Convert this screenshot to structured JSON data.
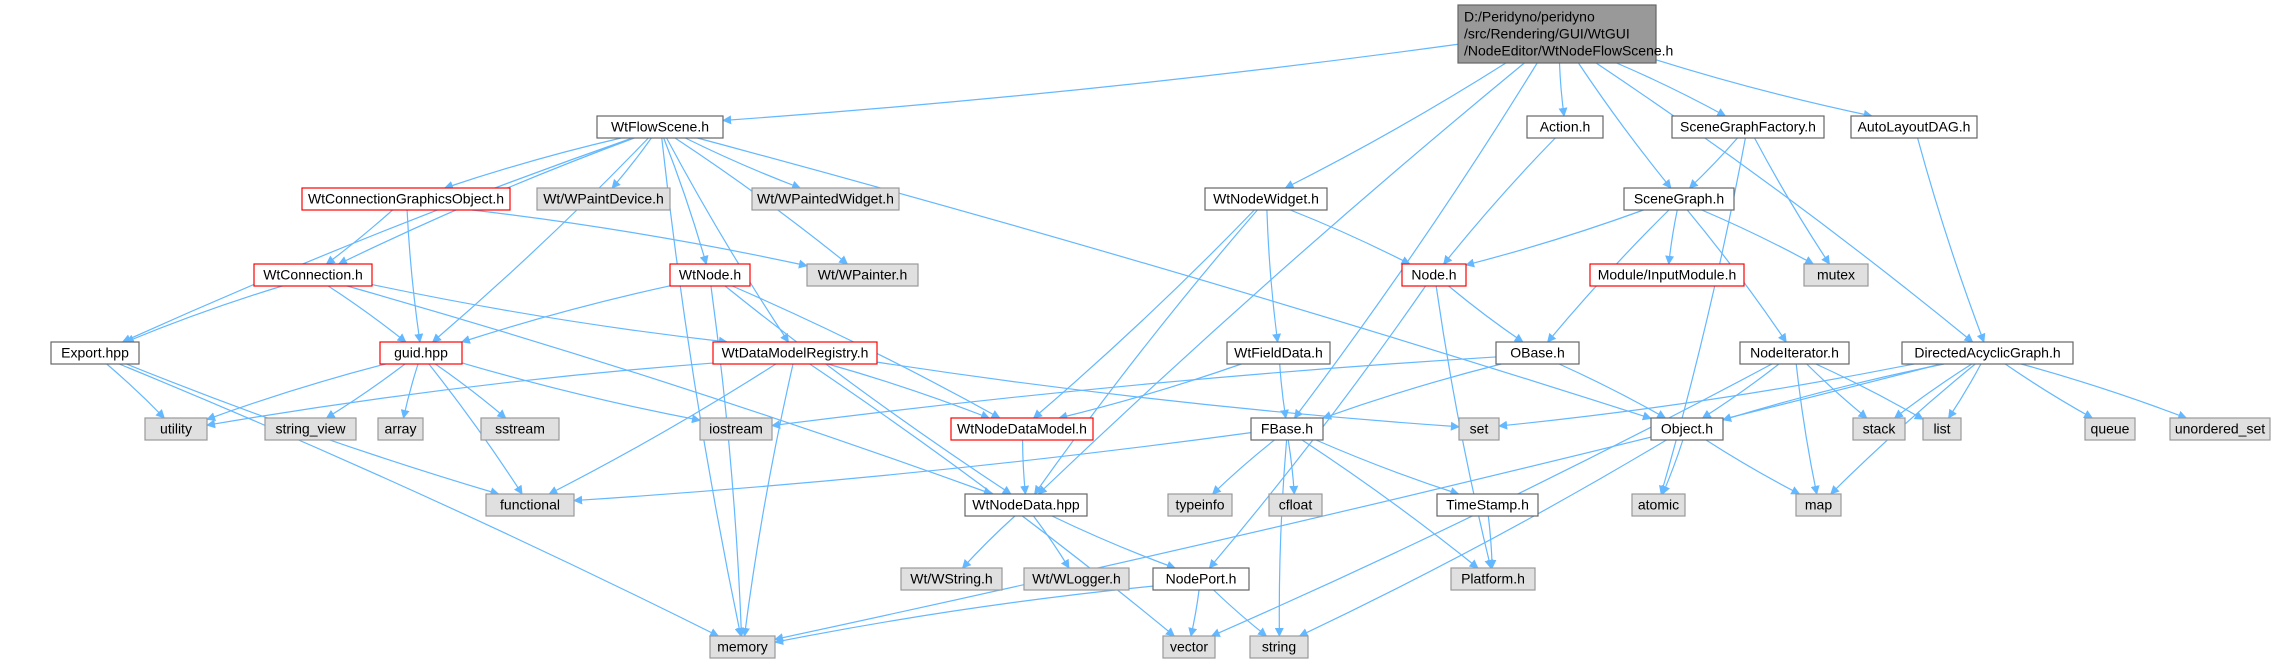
{
  "colors": {
    "edge": "#63b8ff",
    "node_border": "#666666",
    "node_fill": "#ffffff",
    "root_fill": "#999999",
    "external_fill": "#e0e0e0",
    "external_border": "#999999",
    "truncated_border": "#ff0000"
  },
  "nodes": [
    {
      "id": "root",
      "lines": [
        "D:/Peridyno/peridyno",
        "/src/Rendering/GUI/WtGUI",
        "/NodeEditor/WtNodeFlowScene.h"
      ],
      "kind": "root"
    },
    {
      "id": "flowscene",
      "lines": [
        "WtFlowScene.h"
      ],
      "kind": "normal"
    },
    {
      "id": "action",
      "lines": [
        "Action.h"
      ],
      "kind": "normal"
    },
    {
      "id": "sgfactory",
      "lines": [
        "SceneGraphFactory.h"
      ],
      "kind": "normal"
    },
    {
      "id": "autolayout",
      "lines": [
        "AutoLayoutDAG.h"
      ],
      "kind": "normal"
    },
    {
      "id": "cgobject",
      "lines": [
        "WtConnectionGraphicsObject.h"
      ],
      "kind": "truncated"
    },
    {
      "id": "paintdevice",
      "lines": [
        "Wt/WPaintDevice.h"
      ],
      "kind": "external"
    },
    {
      "id": "paintedwidget",
      "lines": [
        "Wt/WPaintedWidget.h"
      ],
      "kind": "external"
    },
    {
      "id": "nodewidget",
      "lines": [
        "WtNodeWidget.h"
      ],
      "kind": "normal"
    },
    {
      "id": "scenegraph",
      "lines": [
        "SceneGraph.h"
      ],
      "kind": "normal"
    },
    {
      "id": "connection",
      "lines": [
        "WtConnection.h"
      ],
      "kind": "truncated"
    },
    {
      "id": "wtnode",
      "lines": [
        "WtNode.h"
      ],
      "kind": "truncated"
    },
    {
      "id": "wpainter",
      "lines": [
        "Wt/WPainter.h"
      ],
      "kind": "external"
    },
    {
      "id": "node",
      "lines": [
        "Node.h"
      ],
      "kind": "truncated"
    },
    {
      "id": "inputmodule",
      "lines": [
        "Module/InputModule.h"
      ],
      "kind": "truncated"
    },
    {
      "id": "mutex",
      "lines": [
        "mutex"
      ],
      "kind": "external"
    },
    {
      "id": "export",
      "lines": [
        "Export.hpp"
      ],
      "kind": "normal"
    },
    {
      "id": "guid",
      "lines": [
        "guid.hpp"
      ],
      "kind": "truncated"
    },
    {
      "id": "registry",
      "lines": [
        "WtDataModelRegistry.h"
      ],
      "kind": "truncated"
    },
    {
      "id": "fielddata",
      "lines": [
        "WtFieldData.h"
      ],
      "kind": "normal"
    },
    {
      "id": "obase",
      "lines": [
        "OBase.h"
      ],
      "kind": "normal"
    },
    {
      "id": "nodeiter",
      "lines": [
        "NodeIterator.h"
      ],
      "kind": "normal"
    },
    {
      "id": "dag",
      "lines": [
        "DirectedAcyclicGraph.h"
      ],
      "kind": "normal"
    },
    {
      "id": "utility",
      "lines": [
        "utility"
      ],
      "kind": "external"
    },
    {
      "id": "stringview",
      "lines": [
        "string_view"
      ],
      "kind": "external"
    },
    {
      "id": "array",
      "lines": [
        "array"
      ],
      "kind": "external"
    },
    {
      "id": "sstream",
      "lines": [
        "sstream"
      ],
      "kind": "external"
    },
    {
      "id": "iostream",
      "lines": [
        "iostream"
      ],
      "kind": "external"
    },
    {
      "id": "nodedatamodel",
      "lines": [
        "WtNodeDataModel.h"
      ],
      "kind": "truncated"
    },
    {
      "id": "set",
      "lines": [
        "set"
      ],
      "kind": "external"
    },
    {
      "id": "fbase",
      "lines": [
        "FBase.h"
      ],
      "kind": "normal"
    },
    {
      "id": "object",
      "lines": [
        "Object.h"
      ],
      "kind": "normal"
    },
    {
      "id": "stack",
      "lines": [
        "stack"
      ],
      "kind": "external"
    },
    {
      "id": "list",
      "lines": [
        "list"
      ],
      "kind": "external"
    },
    {
      "id": "queue",
      "lines": [
        "queue"
      ],
      "kind": "external"
    },
    {
      "id": "unorderedset",
      "lines": [
        "unordered_set"
      ],
      "kind": "external"
    },
    {
      "id": "functional",
      "lines": [
        "functional"
      ],
      "kind": "external"
    },
    {
      "id": "nodedata",
      "lines": [
        "WtNodeData.hpp"
      ],
      "kind": "normal"
    },
    {
      "id": "typeinfo",
      "lines": [
        "typeinfo"
      ],
      "kind": "external"
    },
    {
      "id": "cfloat",
      "lines": [
        "cfloat"
      ],
      "kind": "external"
    },
    {
      "id": "timestamp",
      "lines": [
        "TimeStamp.h"
      ],
      "kind": "normal"
    },
    {
      "id": "atomic",
      "lines": [
        "atomic"
      ],
      "kind": "external"
    },
    {
      "id": "map",
      "lines": [
        "map"
      ],
      "kind": "external"
    },
    {
      "id": "wstring",
      "lines": [
        "Wt/WString.h"
      ],
      "kind": "external"
    },
    {
      "id": "wlogger",
      "lines": [
        "Wt/WLogger.h"
      ],
      "kind": "external"
    },
    {
      "id": "nodeport",
      "lines": [
        "NodePort.h"
      ],
      "kind": "normal"
    },
    {
      "id": "platform",
      "lines": [
        "Platform.h"
      ],
      "kind": "external"
    },
    {
      "id": "memory",
      "lines": [
        "memory"
      ],
      "kind": "external"
    },
    {
      "id": "vector",
      "lines": [
        "vector"
      ],
      "kind": "external"
    },
    {
      "id": "string",
      "lines": [
        "string"
      ],
      "kind": "external"
    }
  ],
  "edges": [
    [
      "root",
      "flowscene"
    ],
    [
      "root",
      "action"
    ],
    [
      "root",
      "sgfactory"
    ],
    [
      "root",
      "autolayout"
    ],
    [
      "root",
      "nodewidget"
    ],
    [
      "root",
      "scenegraph"
    ],
    [
      "root",
      "fbase"
    ],
    [
      "root",
      "nodedata"
    ],
    [
      "root",
      "dag"
    ],
    [
      "flowscene",
      "cgobject"
    ],
    [
      "flowscene",
      "paintdevice"
    ],
    [
      "flowscene",
      "paintedwidget"
    ],
    [
      "flowscene",
      "wpainter"
    ],
    [
      "flowscene",
      "connection"
    ],
    [
      "flowscene",
      "wtnode"
    ],
    [
      "flowscene",
      "export"
    ],
    [
      "flowscene",
      "guid"
    ],
    [
      "flowscene",
      "registry"
    ],
    [
      "flowscene",
      "object"
    ],
    [
      "flowscene",
      "memory"
    ],
    [
      "cgobject",
      "connection"
    ],
    [
      "cgobject",
      "guid"
    ],
    [
      "cgobject",
      "wpainter"
    ],
    [
      "connection",
      "export"
    ],
    [
      "connection",
      "guid"
    ],
    [
      "connection",
      "registry"
    ],
    [
      "connection",
      "nodedata"
    ],
    [
      "wtnode",
      "guid"
    ],
    [
      "wtnode",
      "nodedatamodel"
    ],
    [
      "wtnode",
      "nodedata"
    ],
    [
      "wtnode",
      "memory"
    ],
    [
      "action",
      "node"
    ],
    [
      "sgfactory",
      "scenegraph"
    ],
    [
      "sgfactory",
      "mutex"
    ],
    [
      "sgfactory",
      "atomic"
    ],
    [
      "autolayout",
      "dag"
    ],
    [
      "nodewidget",
      "node"
    ],
    [
      "nodewidget",
      "fielddata"
    ],
    [
      "nodewidget",
      "nodedatamodel"
    ],
    [
      "nodewidget",
      "nodedata"
    ],
    [
      "scenegraph",
      "node"
    ],
    [
      "scenegraph",
      "inputmodule"
    ],
    [
      "scenegraph",
      "mutex"
    ],
    [
      "scenegraph",
      "obase"
    ],
    [
      "scenegraph",
      "nodeiter"
    ],
    [
      "node",
      "obase"
    ],
    [
      "node",
      "nodeport"
    ],
    [
      "node",
      "platform"
    ],
    [
      "export",
      "utility"
    ],
    [
      "export",
      "functional"
    ],
    [
      "export",
      "memory"
    ],
    [
      "guid",
      "utility"
    ],
    [
      "guid",
      "stringview"
    ],
    [
      "guid",
      "array"
    ],
    [
      "guid",
      "sstream"
    ],
    [
      "guid",
      "iostream"
    ],
    [
      "guid",
      "functional"
    ],
    [
      "registry",
      "utility"
    ],
    [
      "registry",
      "nodedatamodel"
    ],
    [
      "registry",
      "set"
    ],
    [
      "registry",
      "functional"
    ],
    [
      "registry",
      "memory"
    ],
    [
      "registry",
      "vector"
    ],
    [
      "fielddata",
      "fbase"
    ],
    [
      "fielddata",
      "nodedatamodel"
    ],
    [
      "obase",
      "fbase"
    ],
    [
      "obase",
      "object"
    ],
    [
      "obase",
      "iostream"
    ],
    [
      "nodeiter",
      "object"
    ],
    [
      "nodeiter",
      "stack"
    ],
    [
      "nodeiter",
      "list"
    ],
    [
      "nodeiter",
      "map"
    ],
    [
      "nodeiter",
      "vector"
    ],
    [
      "dag",
      "object"
    ],
    [
      "dag",
      "set"
    ],
    [
      "dag",
      "stack"
    ],
    [
      "dag",
      "list"
    ],
    [
      "dag",
      "queue"
    ],
    [
      "dag",
      "unorderedset"
    ],
    [
      "dag",
      "map"
    ],
    [
      "dag",
      "memory"
    ],
    [
      "nodedatamodel",
      "nodedata"
    ],
    [
      "fbase",
      "functional"
    ],
    [
      "fbase",
      "typeinfo"
    ],
    [
      "fbase",
      "cfloat"
    ],
    [
      "fbase",
      "timestamp"
    ],
    [
      "fbase",
      "platform"
    ],
    [
      "fbase",
      "string"
    ],
    [
      "object",
      "atomic"
    ],
    [
      "object",
      "map"
    ],
    [
      "object",
      "string"
    ],
    [
      "nodedata",
      "wstring"
    ],
    [
      "nodedata",
      "wlogger"
    ],
    [
      "nodedata",
      "nodeport"
    ],
    [
      "timestamp",
      "platform"
    ],
    [
      "nodeport",
      "memory"
    ],
    [
      "nodeport",
      "vector"
    ],
    [
      "nodeport",
      "string"
    ]
  ]
}
